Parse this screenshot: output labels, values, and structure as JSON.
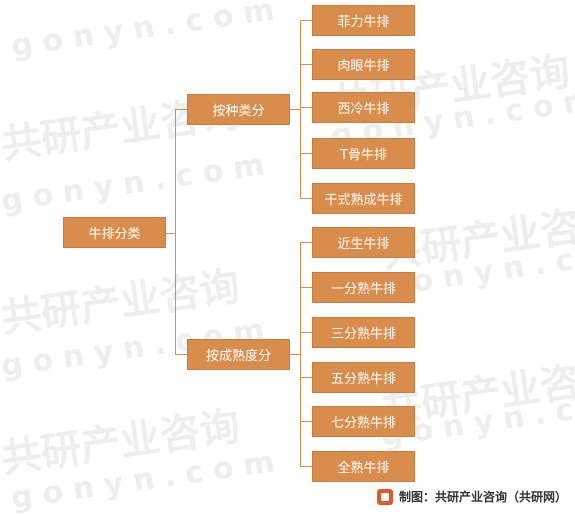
{
  "watermark": {
    "company": "共研产业咨询",
    "site": "gonyn.com"
  },
  "root": {
    "label": "牛排分类"
  },
  "branches": [
    {
      "label": "按种类分",
      "items": [
        "菲力牛排",
        "肉眼牛排",
        "西冷牛排",
        "T骨牛排",
        "干式熟成牛排"
      ]
    },
    {
      "label": "按成熟度分",
      "items": [
        "近生牛排",
        "一分熟牛排",
        "三分熟牛排",
        "五分熟牛排",
        "七分熟牛排",
        "全熟牛排"
      ]
    }
  ],
  "footer": {
    "source": "制图：共研产业咨询（共研网）",
    "logo_icon": "company-logo-icon"
  },
  "colors": {
    "box_fill": "#d98d4c",
    "line": "#d98d4c",
    "text": "#ffffff"
  }
}
